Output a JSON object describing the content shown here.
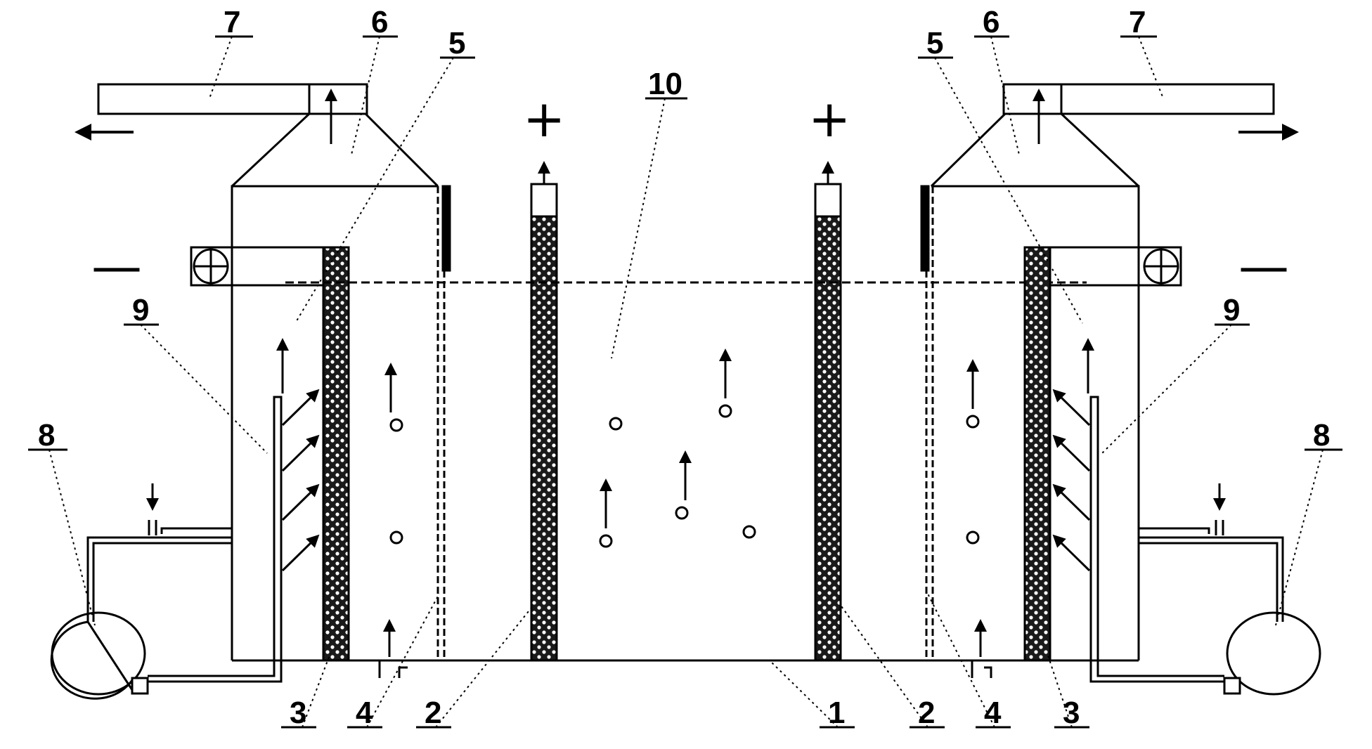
{
  "labels": {
    "n1": "1",
    "n2": "2",
    "n3": "3",
    "n4": "4",
    "n5": "5",
    "n6": "6",
    "n7": "7",
    "n8": "8",
    "n9": "9",
    "n10": "10"
  },
  "signs": {
    "plus": "+",
    "minus": "—"
  },
  "colors": {
    "line": "#000000",
    "background": "#ffffff",
    "electrode_fill": "#1a1a1a",
    "electrode_dots": "#ffffff"
  }
}
